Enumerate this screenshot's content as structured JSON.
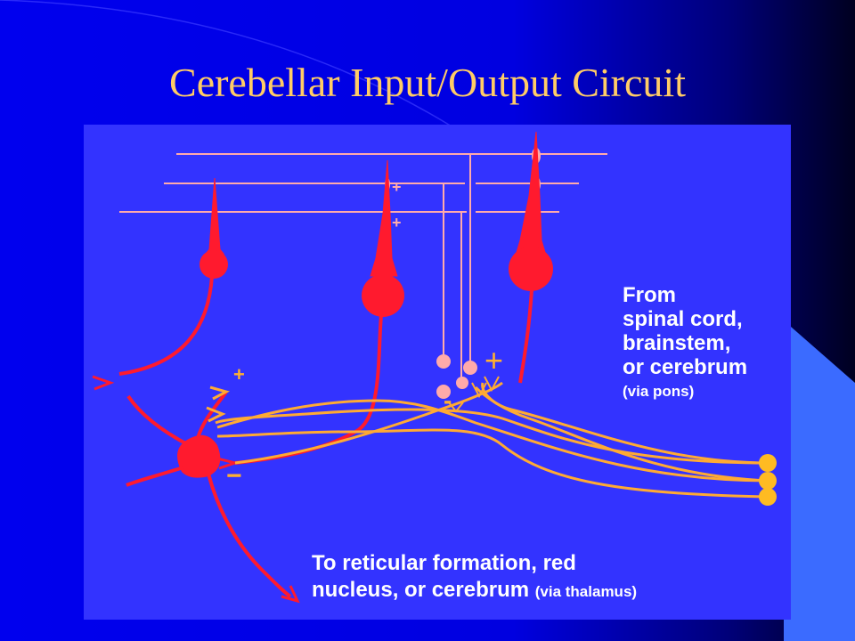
{
  "slide": {
    "title": "Cerebellar Input/Output Circuit"
  },
  "diagram": {
    "input_label": {
      "line1": "From",
      "line2": "spinal cord,",
      "line3": "brainstem,",
      "line4": "or cerebrum",
      "line5": "(via pons)"
    },
    "output_label": {
      "line1": "To reticular formation, red",
      "line2_main": "nucleus, or cerebrum",
      "line2_small": "(via thalamus)"
    },
    "signs": {
      "plus_small_1": "+",
      "plus_small_2": "+",
      "plus_orange": "+",
      "plus_large": "+",
      "minus_center": "-",
      "minus_nucleus": "−"
    }
  },
  "colors": {
    "background": "#0000f0",
    "panel": "#3333ff",
    "title": "#ffcc66",
    "neuron": "#ff1a2e",
    "parallel_fiber": "#ffaaaa",
    "input_fiber": "#ffaa33",
    "label": "#ffffff"
  }
}
